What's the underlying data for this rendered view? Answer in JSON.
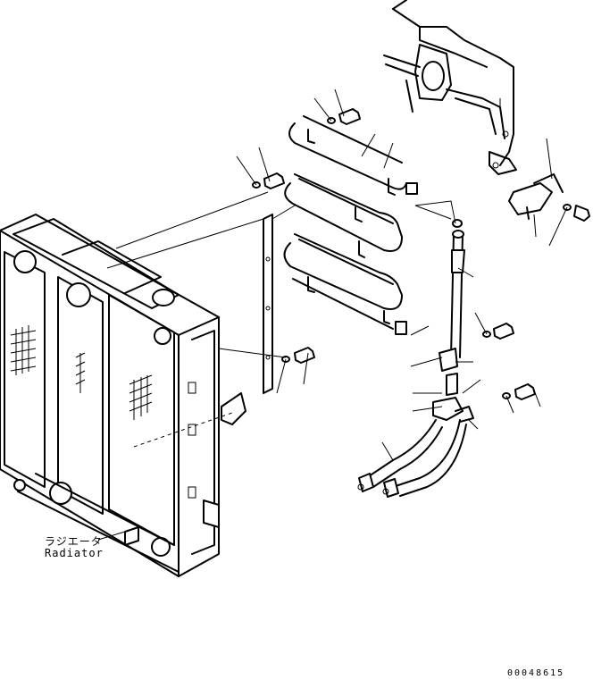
{
  "part_label": {
    "japanese": "ラジエータ",
    "english": "Radiator"
  },
  "drawing_code": "00048615"
}
